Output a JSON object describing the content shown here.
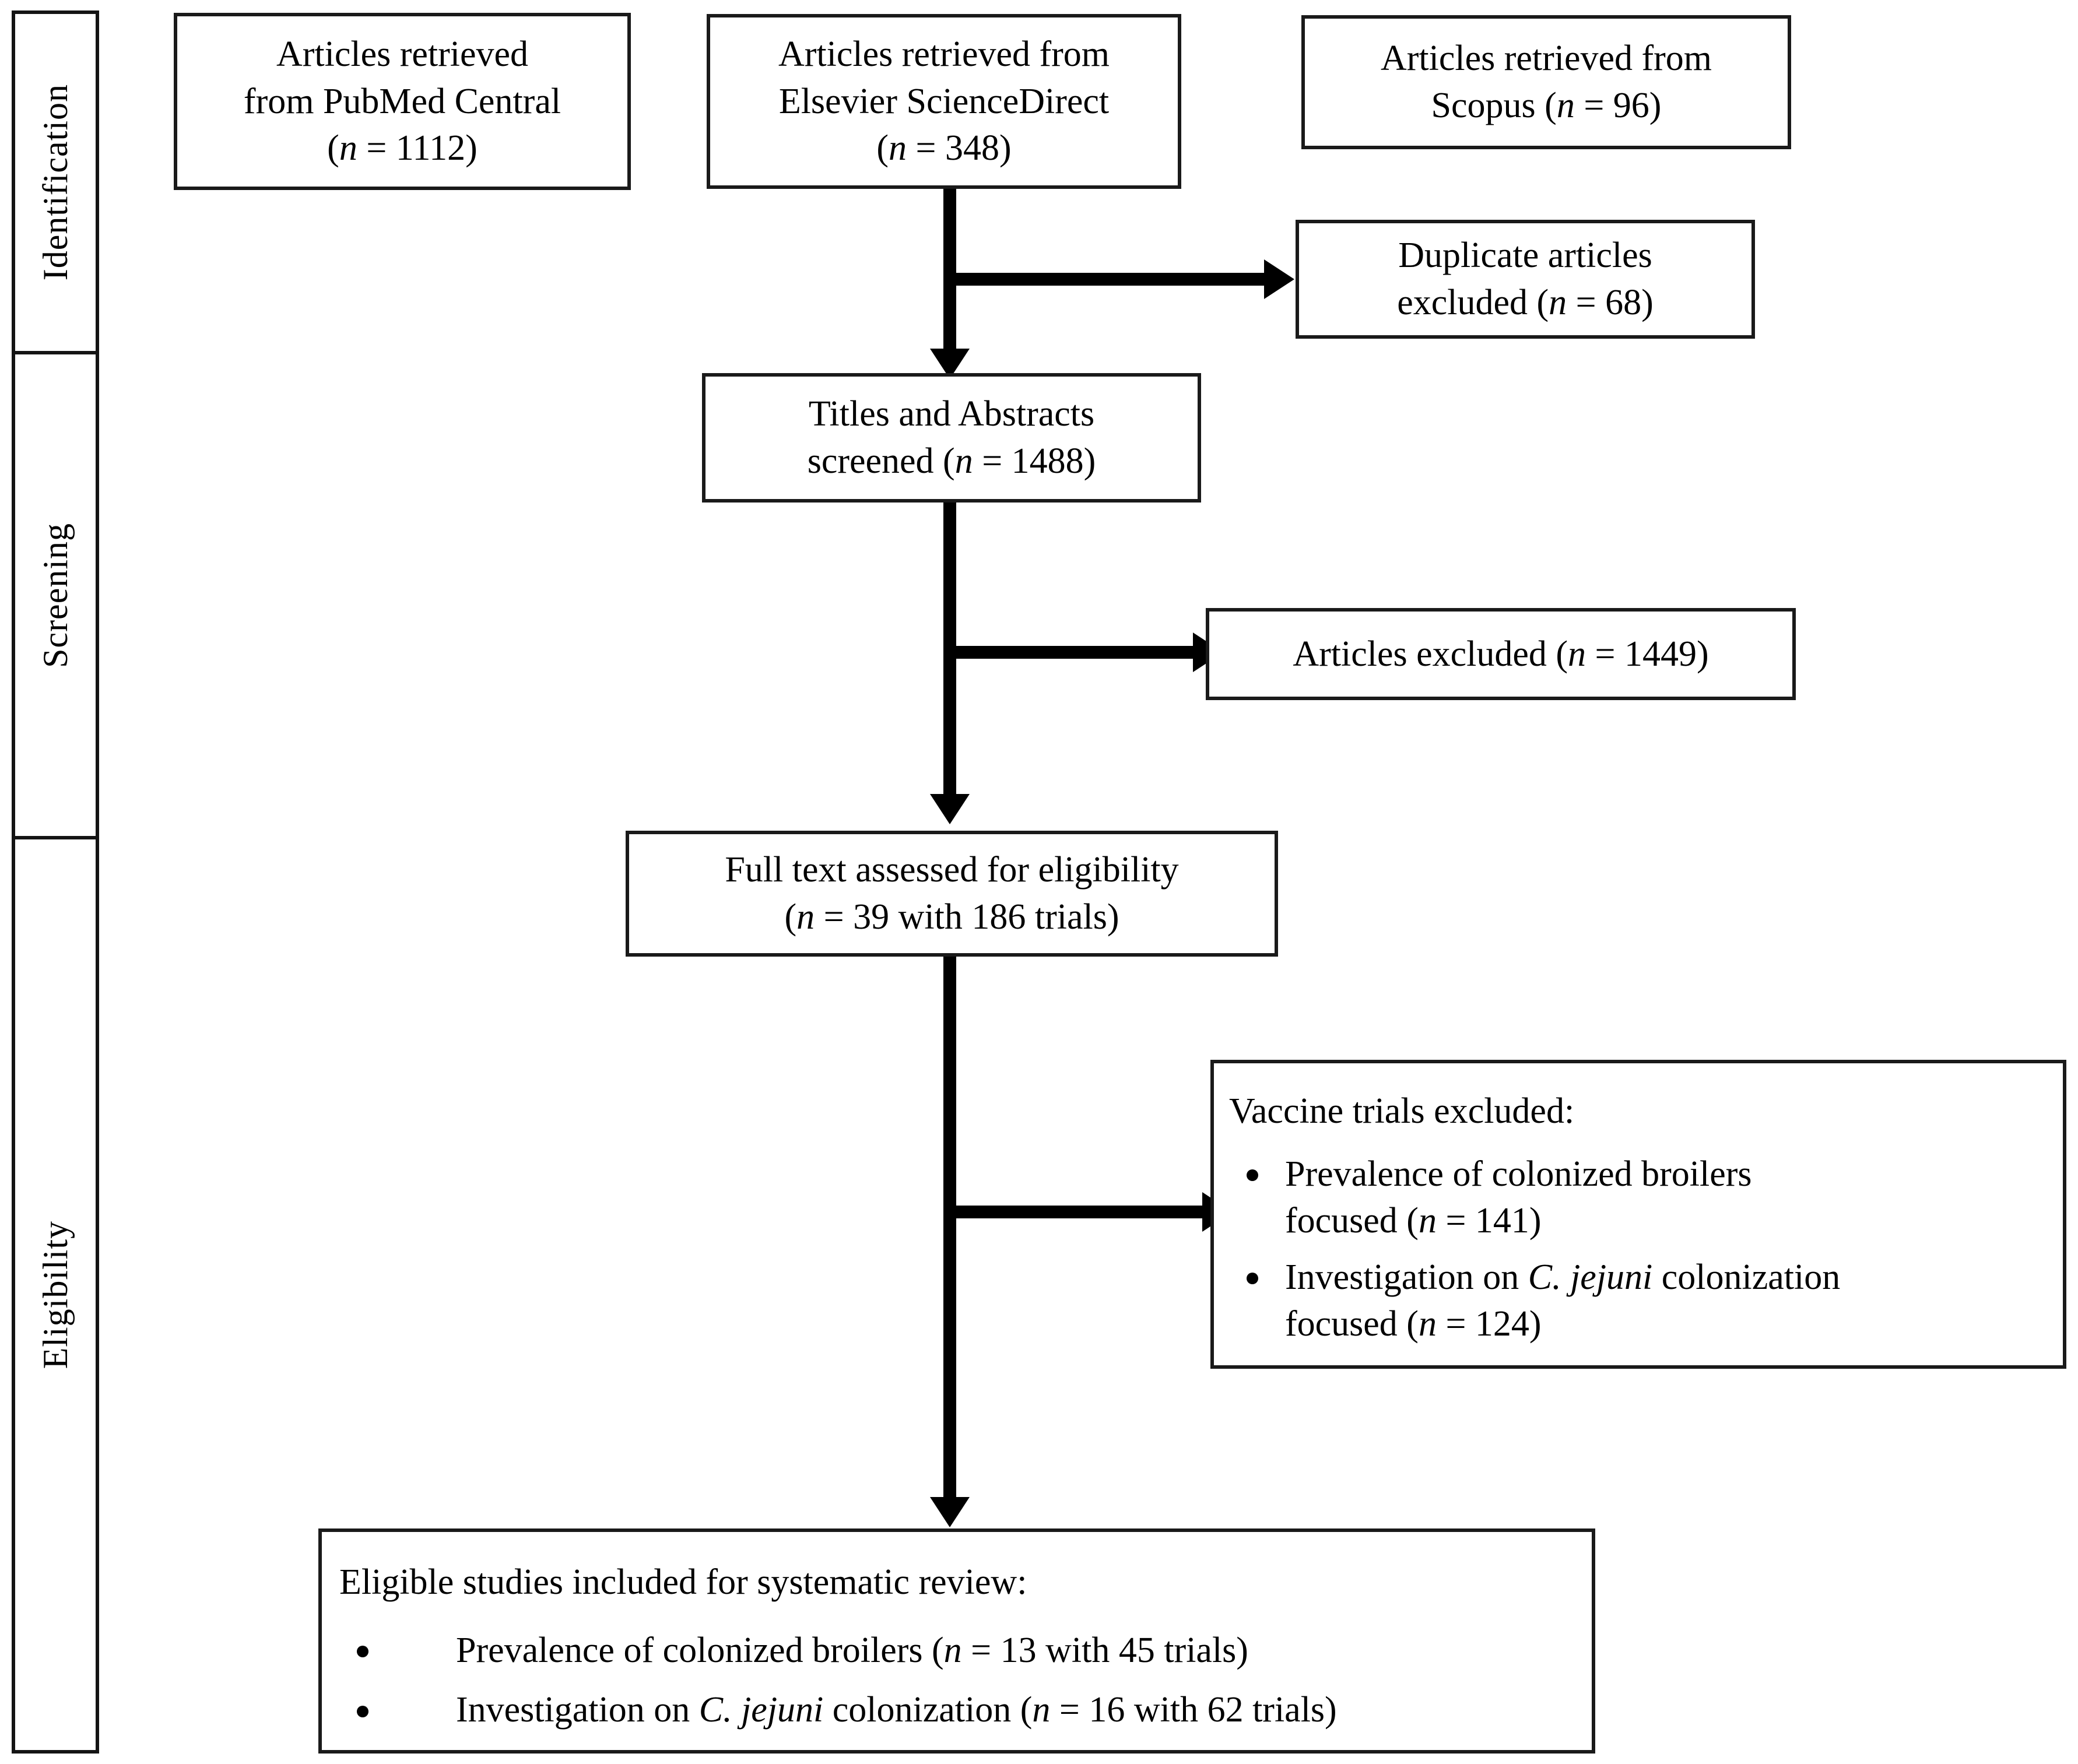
{
  "stages": [
    {
      "label": "Identification"
    },
    {
      "label": "Screening"
    },
    {
      "label": "Eligibility"
    }
  ],
  "boxes": {
    "pubmed": {
      "l1": "Articles retrieved",
      "l2": "from PubMed Central",
      "l3_pre": "(",
      "l3_n": "n",
      "l3_post": " = 1112)"
    },
    "elsevier": {
      "l1": "Articles retrieved from",
      "l2": "Elsevier ScienceDirect",
      "l3_pre": "(",
      "l3_n": "n",
      "l3_post": " = 348)"
    },
    "scopus": {
      "l1": "Articles retrieved from",
      "l2_pre": "Scopus  (",
      "l2_n": "n",
      "l2_post": " = 96)"
    },
    "duplicates": {
      "l1": "Duplicate articles",
      "l2_pre": "excluded  (",
      "l2_n": "n",
      "l2_post": " = 68)"
    },
    "screened": {
      "l1": "Titles and Abstracts",
      "l2_pre": "screened  (",
      "l2_n": "n",
      "l2_post": " = 1488)"
    },
    "excluded": {
      "l1_pre": "Articles excluded (",
      "l1_n": "n",
      "l1_post": " = 1449)"
    },
    "fulltext": {
      "l1": "Full text assessed for eligibility",
      "l2_pre": "(",
      "l2_n": "n",
      "l2_post": " = 39 with 186 trials)"
    },
    "vaccine_excluded": {
      "header": "Vaccine trials excluded:",
      "b1_a": "Prevalence of colonized broilers",
      "b1_b_pre": "focused  (",
      "b1_b_n": "n",
      "b1_b_post": " = 141)",
      "b2_a_pre": "Investigation on ",
      "b2_a_it": "C. jejuni",
      "b2_a_post": " colonization",
      "b2_b_pre": "focused (",
      "b2_b_n": "n",
      "b2_b_post": " = 124)"
    },
    "included": {
      "header": "Eligible studies included for systematic review:",
      "b1_pre": "Prevalence of colonized broilers (",
      "b1_n": "n",
      "b1_post": " = 13  with 45 trials)",
      "b2_pre": "Investigation on ",
      "b2_it": "C. jejuni",
      "b2_mid": " colonization (",
      "b2_n": "n",
      "b2_post": " = 16 with 62  trials)"
    }
  },
  "colors": {
    "stroke": "#1a1a1a",
    "background": "#ffffff",
    "text": "#000000"
  }
}
